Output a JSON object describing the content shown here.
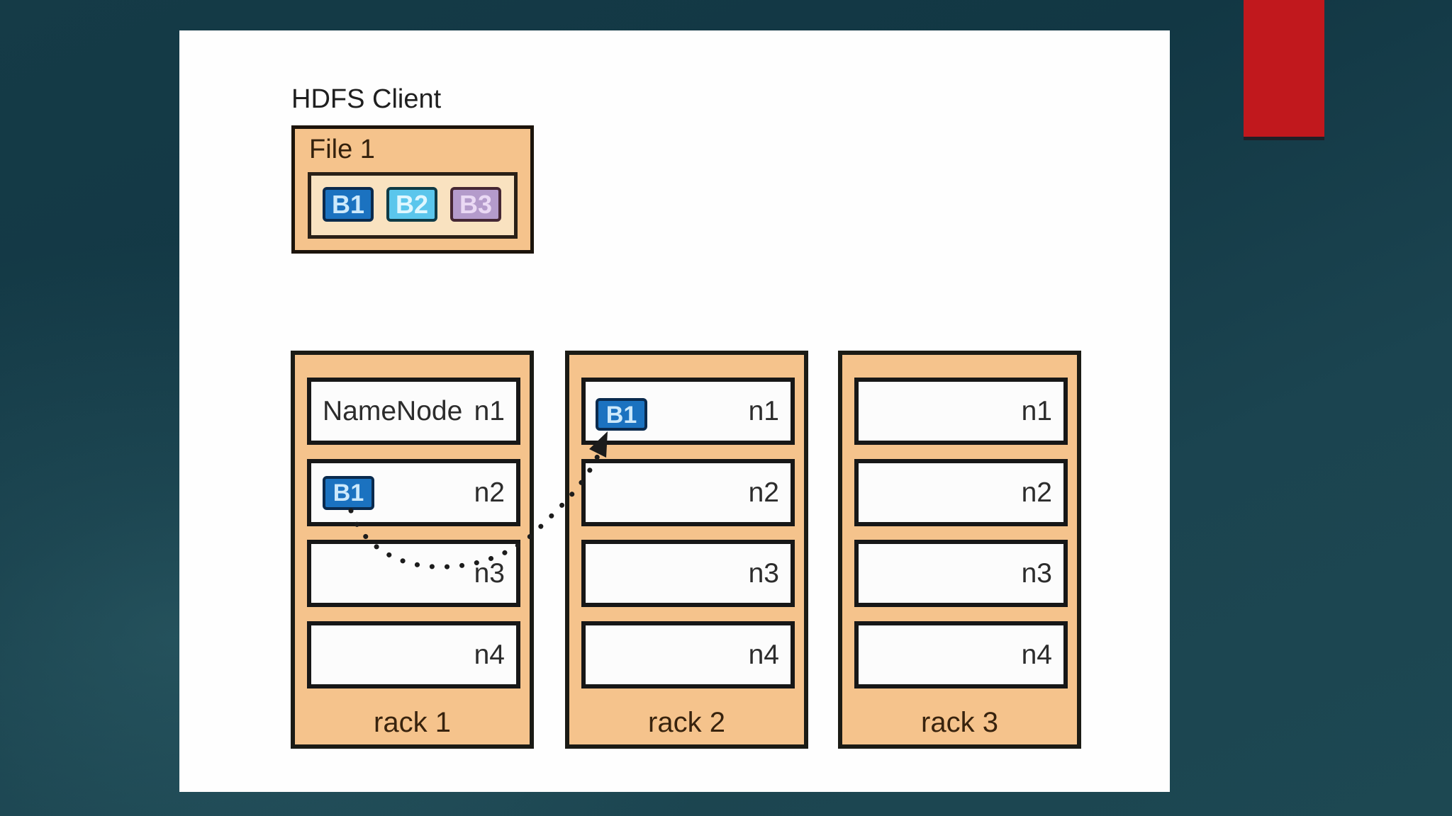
{
  "scene": {
    "kind": "presentation-slide",
    "background_teal_dark": "#123744",
    "background_teal_light": "#2a5660",
    "slide_background": "#fefefe",
    "accent_bar_color": "#c1181d",
    "rack_fill_color": "#f5c38c",
    "node_fill_color": "#fcfcfc"
  },
  "client": {
    "title": "HDFS Client",
    "file_label": "File 1",
    "blocks": [
      {
        "label": "B1",
        "fill": "#1b72c0",
        "border": "#0a2a4d",
        "text_color": "#cde9fb"
      },
      {
        "label": "B2",
        "fill": "#5bc6ec",
        "border": "#0e3a46",
        "text_color": "#dff7ff"
      },
      {
        "label": "B3",
        "fill": "#b49bcb",
        "border": "#452734",
        "text_color": "#ead9f4"
      }
    ]
  },
  "racks": [
    {
      "label": "rack 1",
      "nodes": [
        {
          "name": "n1",
          "tag": "NameNode"
        },
        {
          "name": "n2",
          "block": "B1"
        },
        {
          "name": "n3"
        },
        {
          "name": "n4"
        }
      ]
    },
    {
      "label": "rack 2",
      "nodes": [
        {
          "name": "n1",
          "block": "B1"
        },
        {
          "name": "n2"
        },
        {
          "name": "n3"
        },
        {
          "name": "n4"
        }
      ]
    },
    {
      "label": "rack 3",
      "nodes": [
        {
          "name": "n1"
        },
        {
          "name": "n2"
        },
        {
          "name": "n3"
        },
        {
          "name": "n4"
        }
      ]
    }
  ],
  "arrow": {
    "style": "dotted",
    "color": "#1c1c1c",
    "from": "B1 on rack 1 node n2",
    "to": "B1 on rack 2 node n1"
  }
}
